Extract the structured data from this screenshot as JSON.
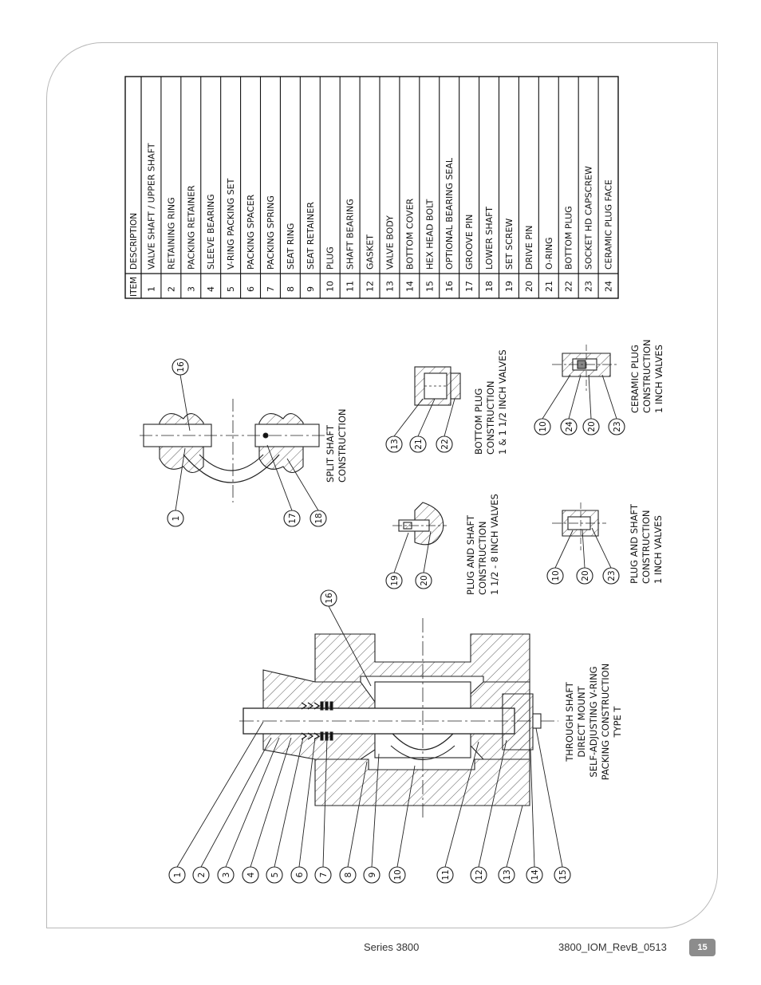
{
  "parts_table": {
    "header_item": "ITEM",
    "header_description": "DESCRIPTION",
    "rows": [
      {
        "item": "1",
        "description": "VALVE SHAFT / UPPER SHAFT"
      },
      {
        "item": "2",
        "description": "RETAINING RING"
      },
      {
        "item": "3",
        "description": "PACKING RETAINER"
      },
      {
        "item": "4",
        "description": "SLEEVE BEARING"
      },
      {
        "item": "5",
        "description": "V-RING PACKING SET"
      },
      {
        "item": "6",
        "description": "PACKING SPACER"
      },
      {
        "item": "7",
        "description": "PACKING SPRING"
      },
      {
        "item": "8",
        "description": "SEAT RING"
      },
      {
        "item": "9",
        "description": "SEAT RETAINER"
      },
      {
        "item": "10",
        "description": "PLUG"
      },
      {
        "item": "11",
        "description": "SHAFT BEARING"
      },
      {
        "item": "12",
        "description": "GASKET"
      },
      {
        "item": "13",
        "description": "VALVE BODY"
      },
      {
        "item": "14",
        "description": "BOTTOM COVER"
      },
      {
        "item": "15",
        "description": "HEX HEAD BOLT"
      },
      {
        "item": "16",
        "description": "OPTIONAL BEARING SEAL"
      },
      {
        "item": "17",
        "description": "GROOVE PIN"
      },
      {
        "item": "18",
        "description": "LOWER SHAFT"
      },
      {
        "item": "19",
        "description": "SET SCREW"
      },
      {
        "item": "20",
        "description": "DRIVE PIN"
      },
      {
        "item": "21",
        "description": "O-RING"
      },
      {
        "item": "22",
        "description": "BOTTOM PLUG"
      },
      {
        "item": "23",
        "description": "SOCKET HD CAPSCREW"
      },
      {
        "item": "24",
        "description": "CERAMIC PLUG FACE"
      }
    ]
  },
  "captions": {
    "main": [
      "THROUGH SHAFT",
      "DIRECT MOUNT",
      "SELF-ADJUSTING V-RING",
      "PACKING CONSTRUCTION",
      "TYPE T"
    ],
    "split_shaft": [
      "SPLIT SHAFT",
      "CONSTRUCTION"
    ],
    "bottom_plug": [
      "BOTTOM PLUG",
      "CONSTRUCTION",
      "1 & 1 1/2 INCH VALVES"
    ],
    "plug_shaft_large": [
      "PLUG AND SHAFT",
      "CONSTRUCTION",
      "1 1/2 - 8 INCH VALVES"
    ],
    "plug_shaft_small": [
      "PLUG AND SHAFT",
      "CONSTRUCTION",
      "1 INCH VALVES"
    ],
    "ceramic_plug": [
      "CERAMIC PLUG",
      "CONSTRUCTION",
      "1 INCH VALVES"
    ]
  },
  "callouts": {
    "main": [
      "1",
      "2",
      "3",
      "4",
      "5",
      "6",
      "7",
      "8",
      "9",
      "10",
      "11",
      "12",
      "13",
      "14",
      "15"
    ],
    "main_top": "16",
    "split_shaft": [
      "16",
      "1",
      "17",
      "18"
    ],
    "bottom_plug": [
      "13",
      "21",
      "22"
    ],
    "plug_shaft_large": [
      "19",
      "20"
    ],
    "plug_shaft_small": [
      "10",
      "20",
      "23"
    ],
    "ceramic_plug": [
      "10",
      "24",
      "20",
      "23"
    ]
  },
  "footer": {
    "series": "Series 3800",
    "doc_id": "3800_IOM_RevB_0513",
    "page": "15"
  }
}
